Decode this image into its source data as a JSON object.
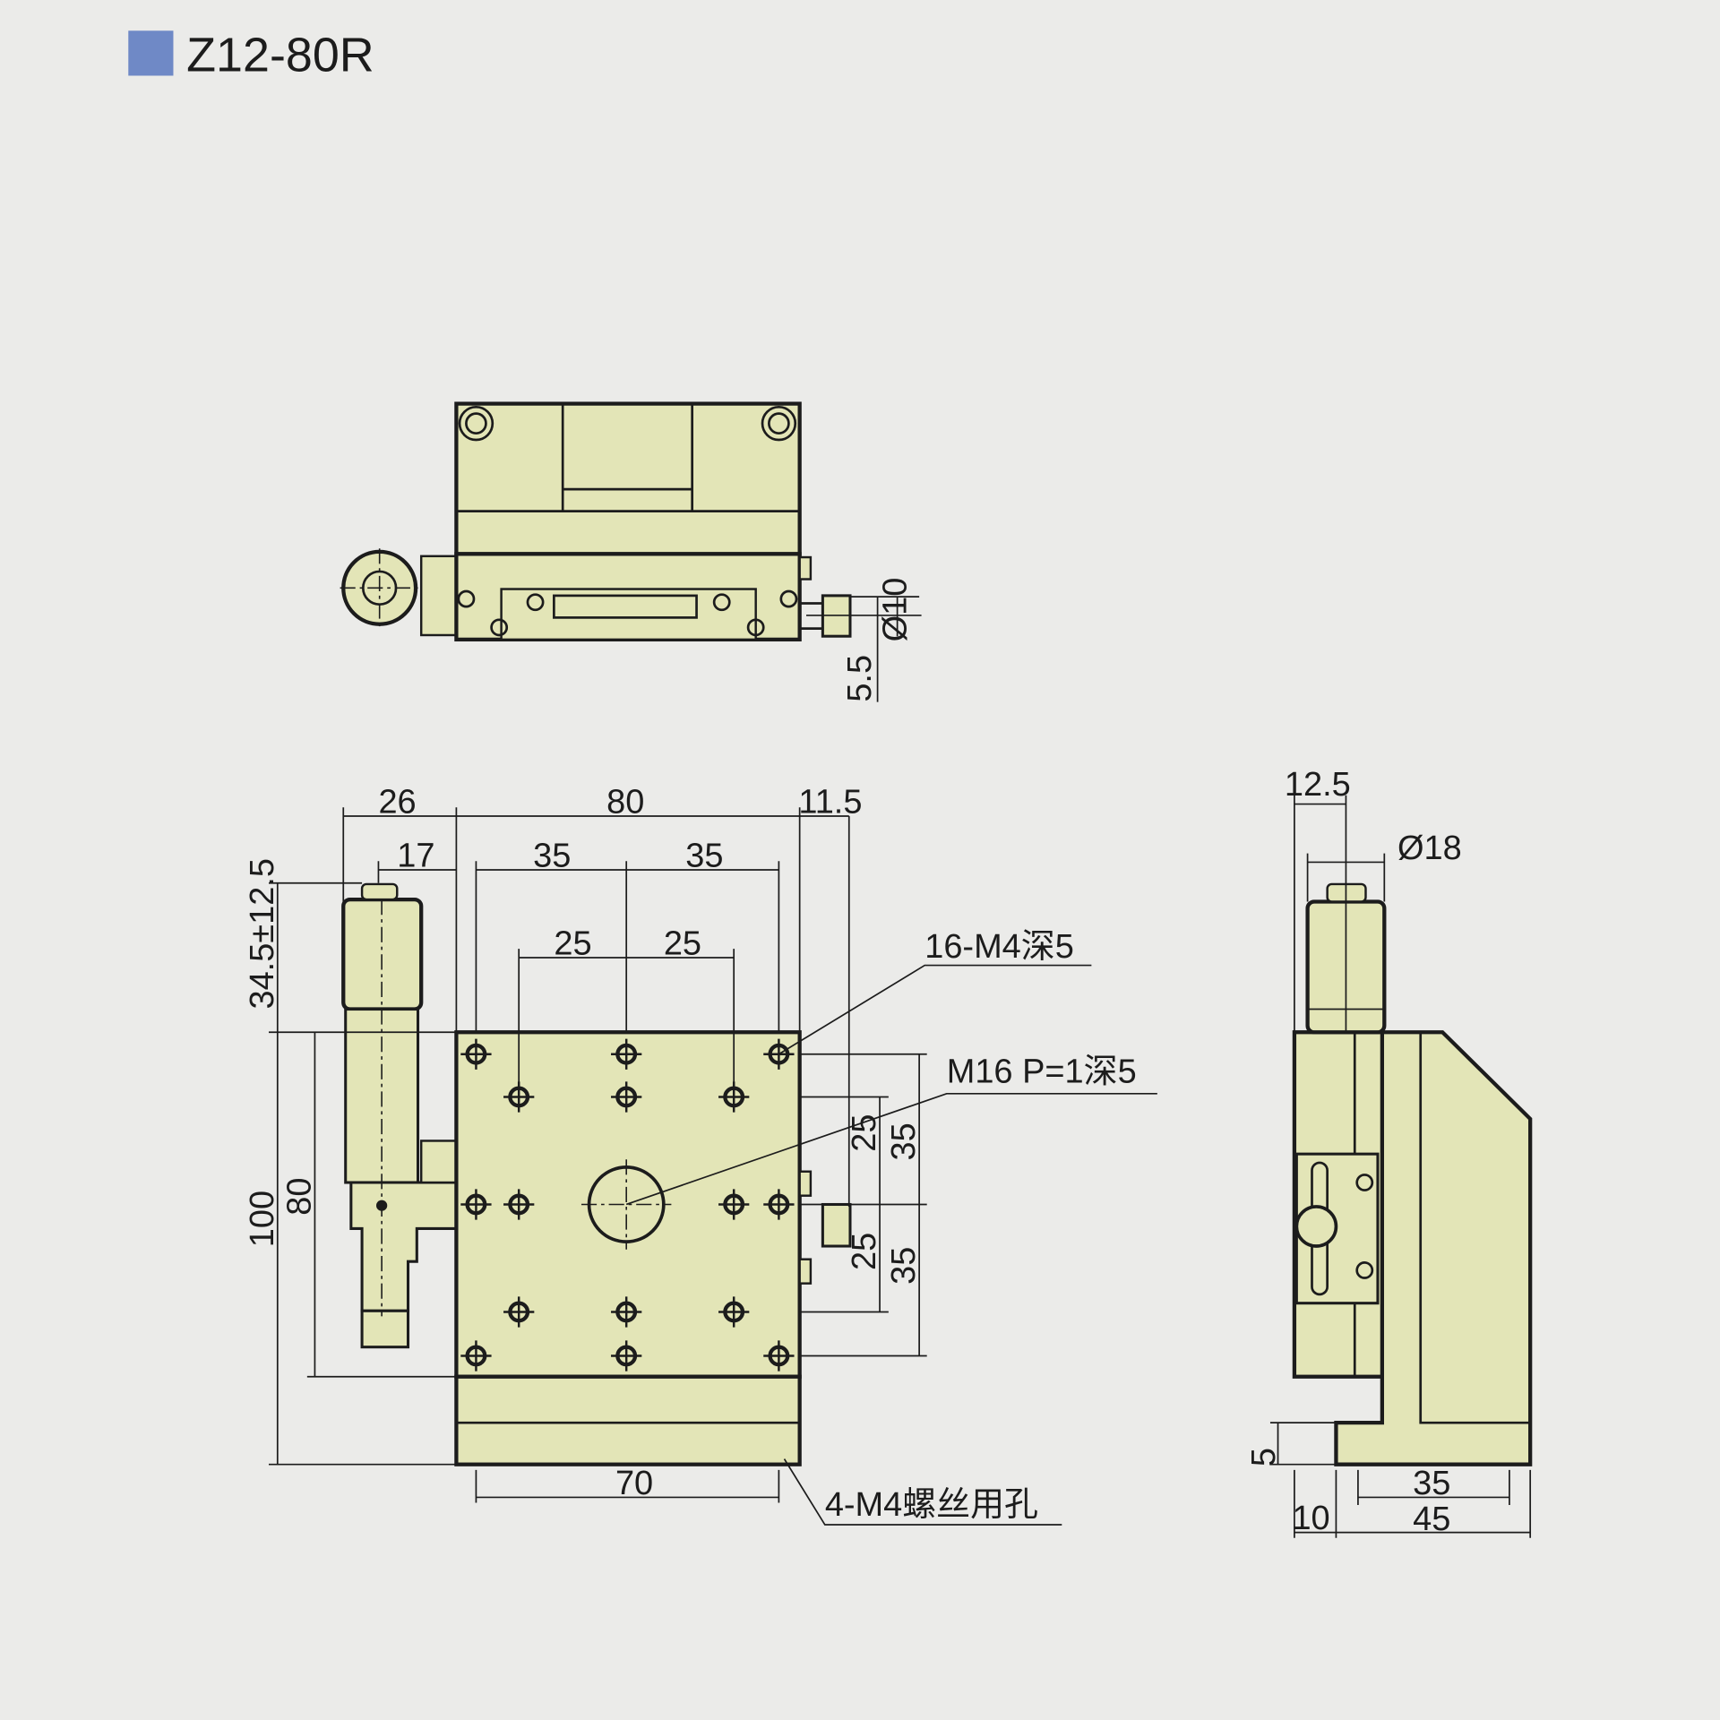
{
  "title": {
    "text": "Z12-80R",
    "marker_color": "#6f89c6"
  },
  "colors": {
    "part_fill": "#e3e5b7",
    "background": "#ebebe9",
    "line": "#1c1c1c"
  },
  "top_view": {
    "dims": {
      "dia_knob": "Ø10",
      "offset": "5.5"
    }
  },
  "front_view": {
    "dims": {
      "d26": "26",
      "d80w": "80",
      "d11_5": "11.5",
      "d17": "17",
      "d35a": "35",
      "d35b": "35",
      "d25a": "25",
      "d25b": "25",
      "d34_5": "34.5±12.5",
      "d100": "100",
      "d80h": "80",
      "r25a": "25",
      "r25b": "25",
      "r35a": "35",
      "r35b": "35",
      "d70": "70"
    },
    "notes": {
      "tapped_holes": "16-M4深5",
      "center_hole": "M16 P=1深5",
      "mount_holes": "4-M4螺丝用孔"
    }
  },
  "side_view": {
    "dims": {
      "d12_5": "12.5",
      "dia18": "Ø18",
      "d5": "5",
      "d10": "10",
      "d35": "35",
      "d45": "45"
    }
  }
}
